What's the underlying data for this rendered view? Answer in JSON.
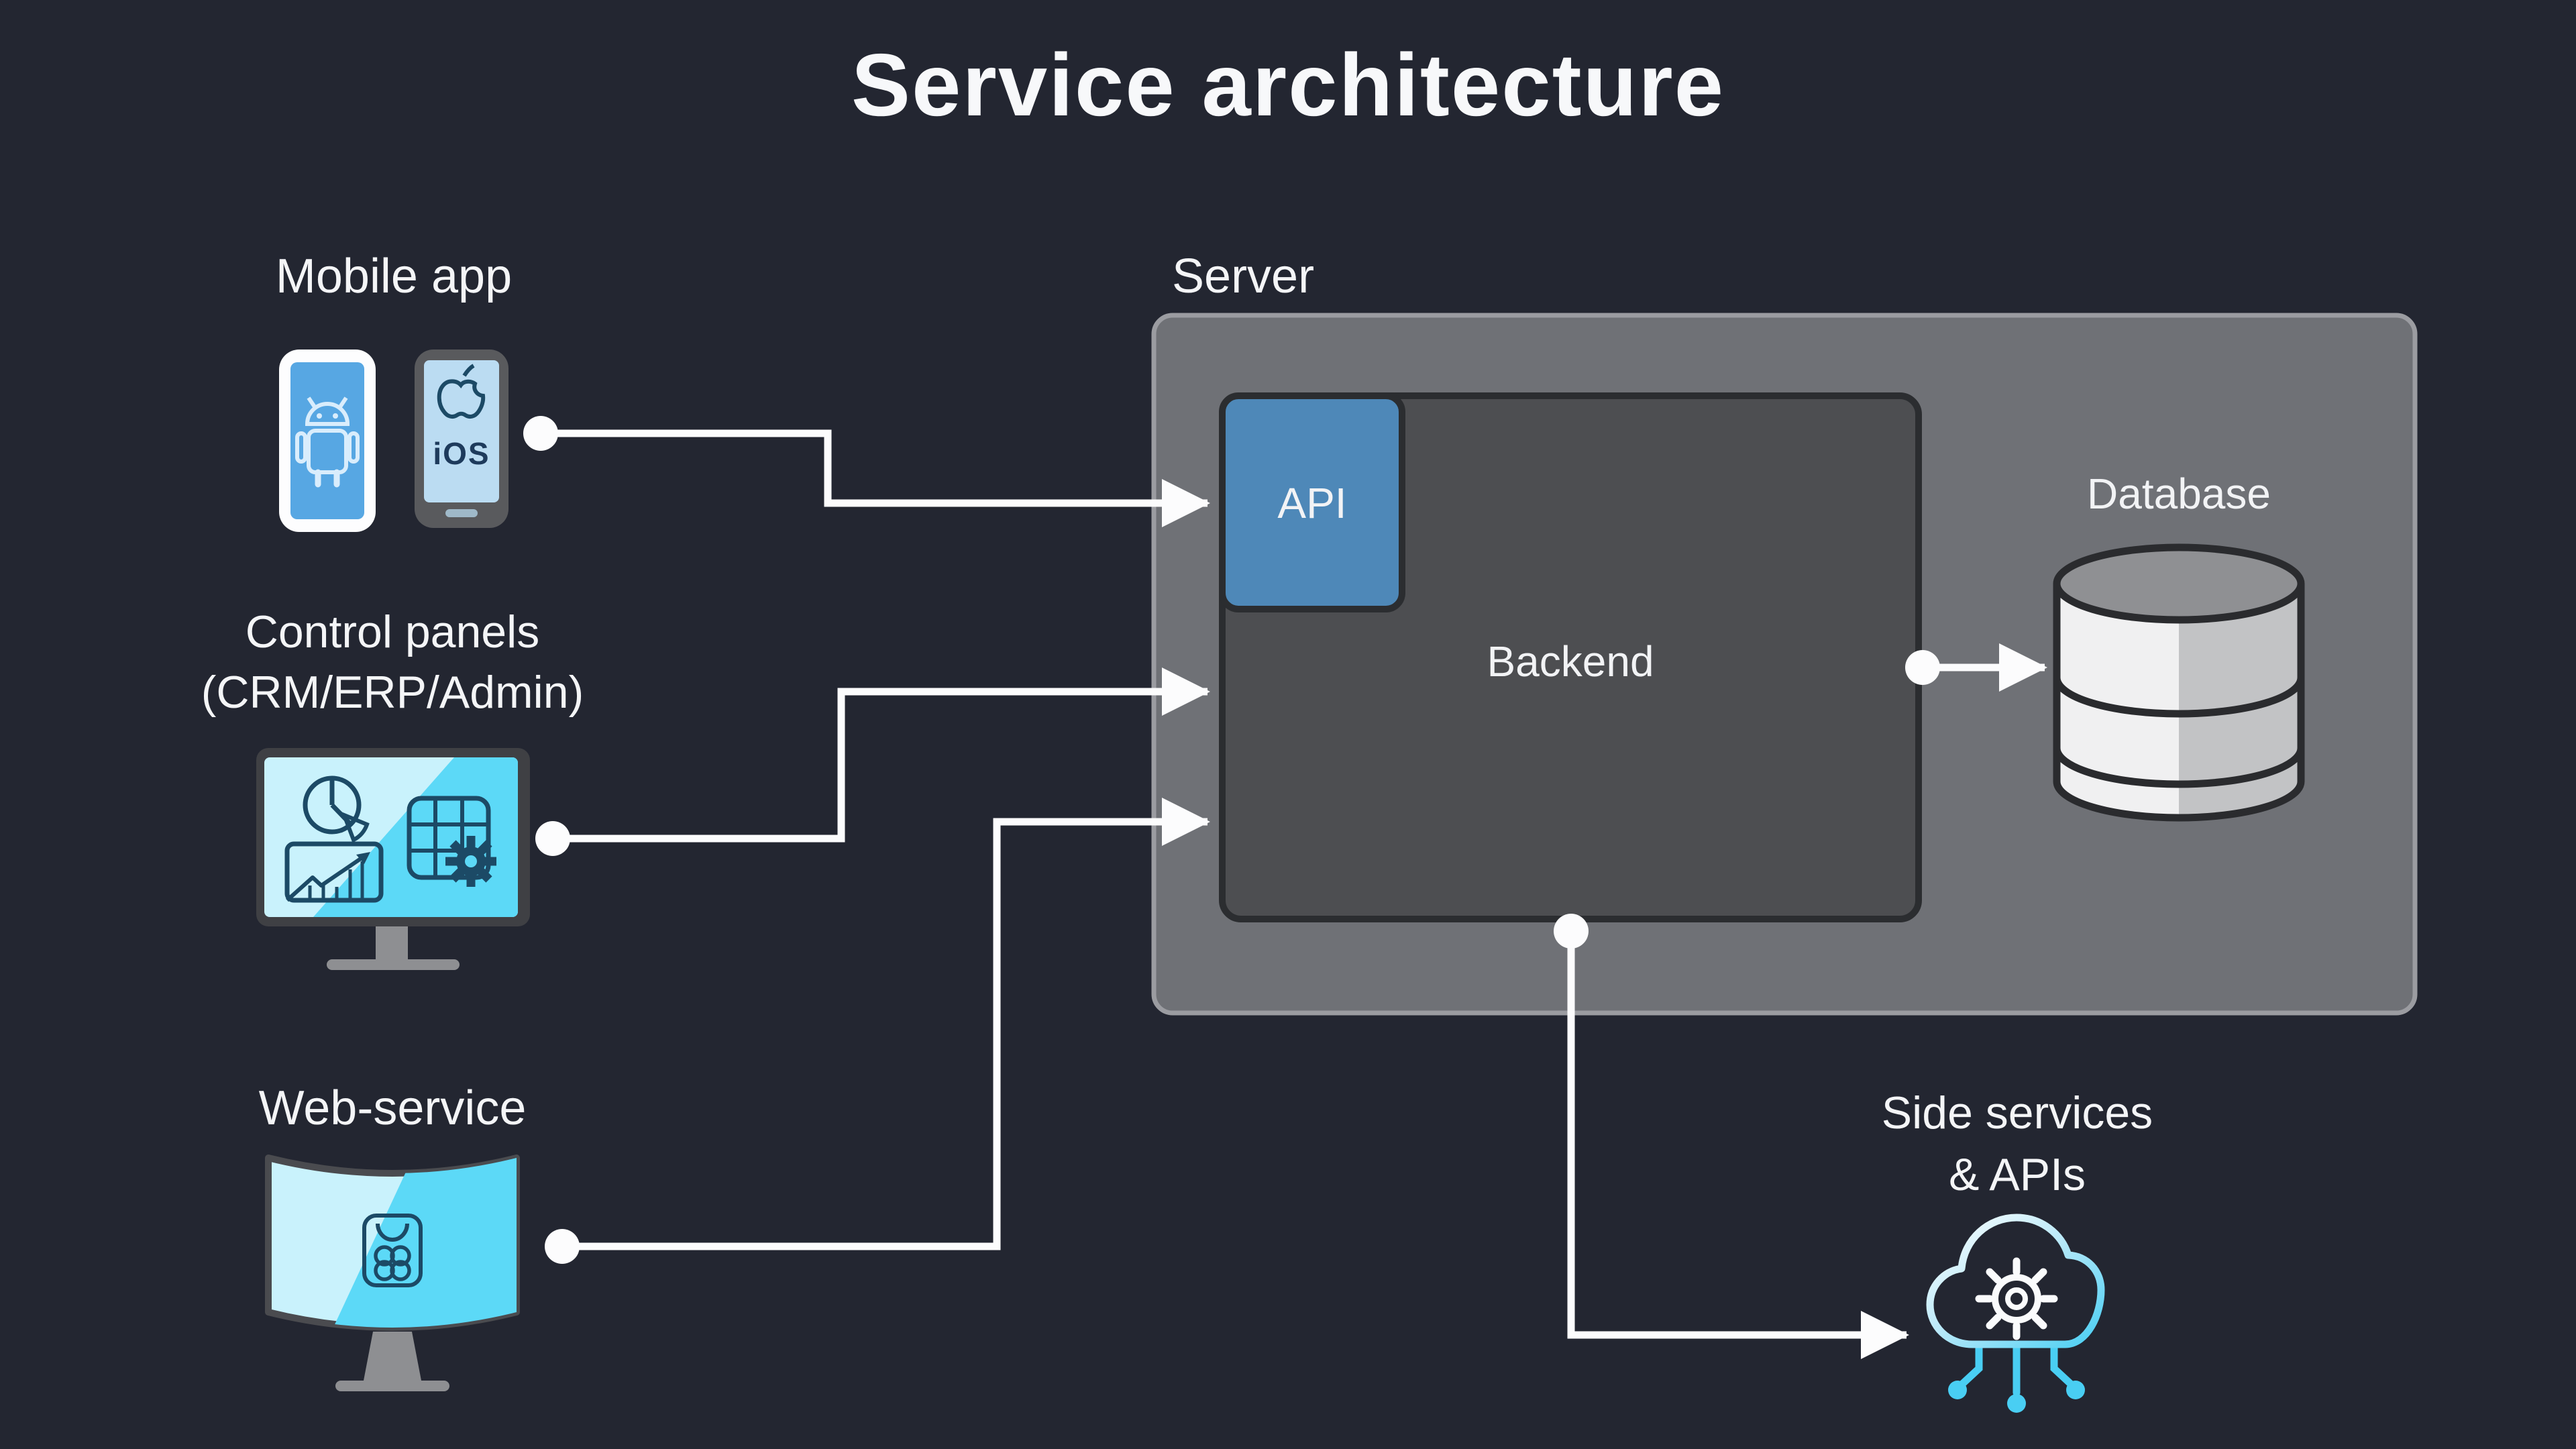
{
  "title": "Service architecture",
  "diagram": {
    "mobile_app": {
      "label": "Mobile app",
      "ios_label": "iOS"
    },
    "control_panels": {
      "label_line1": "Control panels",
      "label_line2": "(CRM/ERP/Admin)"
    },
    "web_service": {
      "label": "Web-service"
    },
    "server": {
      "label": "Server"
    },
    "api": {
      "label": "API"
    },
    "backend": {
      "label": "Backend"
    },
    "database": {
      "label": "Database"
    },
    "side_services": {
      "label_line1": "Side services",
      "label_line2": "& APIs"
    }
  },
  "icons": {
    "android_phone_icon": "white smartphone with outlined android robot on blue screen",
    "ios_phone_icon": "dark smartphone with outlined apple logo and iOS text on light blue screen",
    "pie_chart_icon": "outlined pie chart with detached slice",
    "data_grid_icon": "outlined table grid with solid gear",
    "growth_chart_icon": "outlined rising line chart with arrow and bars",
    "shop_app_icon": "outlined app tile with handle and clover mark",
    "database_icon": "three-tier database cylinder",
    "cloud_gear_icon": "outlined cloud with gear and three connector nodes"
  },
  "colors": {
    "background": "#232631",
    "text": "#F7F8FA",
    "connector": "#FCFCFD",
    "server_fill": "#6F7176",
    "server_border": "#9B9CA1",
    "backend_fill": "#4D4E51",
    "box_border": "#2B2D30",
    "api_fill": "#4E88B8",
    "android_screen_blue": "#57A7E3",
    "ios_screen_blue": "#BBDCF2",
    "screen_cyan_light": "#C9F2FC",
    "screen_cyan_deep": "#5CD9F7",
    "icon_navy": "#1C4A66",
    "monitor_frame": "#3F4044",
    "stand_gray": "#8E8F92",
    "cloud_cyan": "#49CEF3",
    "db_light": "#F0F0F1",
    "db_shade": "#C2C3C5",
    "db_top": "#8F9093",
    "db_outline": "#2A2B2E"
  }
}
